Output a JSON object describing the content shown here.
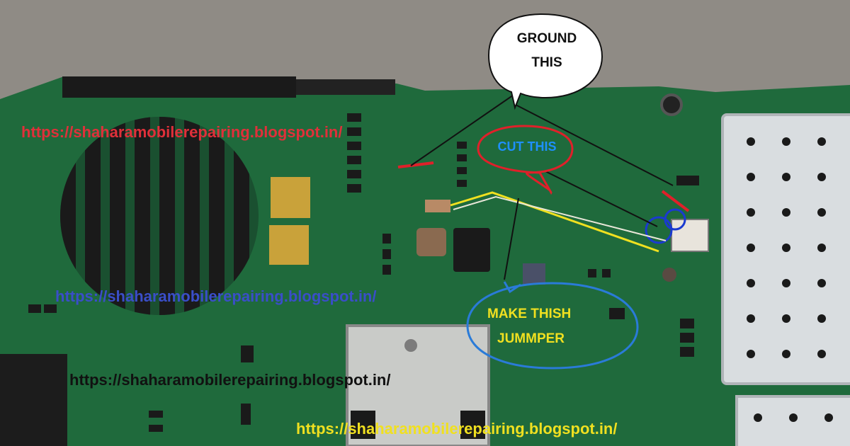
{
  "photo": {
    "subject": "mobile phone PCB",
    "colors": {
      "board": "#1f6a3c",
      "board_dark": "#124a28",
      "background": "#8f8b85",
      "shield": "#d9dde0",
      "gold": "#c9a23a",
      "ground_mark": "#e0202a",
      "bubble_red": "#e0202a",
      "bubble_blue": "#2a7bd8",
      "jumper_wire": "#f0e020",
      "circle_blue": "#1a3ad0"
    }
  },
  "annotations": {
    "ground": {
      "line1": "GROUND",
      "line2": "THIS",
      "color": "#111111"
    },
    "cut": {
      "text": "CUT THIS",
      "color": "#1e90ff"
    },
    "jumper": {
      "line1": "MAKE THISH",
      "line2": "JUMMPER",
      "color": "#f0e020"
    }
  },
  "watermarks": [
    {
      "text": "https://shaharamobilerepairing.blogspot.in/",
      "color": "#e0303a"
    },
    {
      "text": "https://shaharamobilerepairing.blogspot.in/",
      "color": "#3a4ec8"
    },
    {
      "text": "https://shaharamobilerepairing.blogspot.in/",
      "color": "#111111"
    },
    {
      "text": "https://shaharamobilerepairing.blogspot.in/",
      "color": "#f0e020"
    }
  ]
}
